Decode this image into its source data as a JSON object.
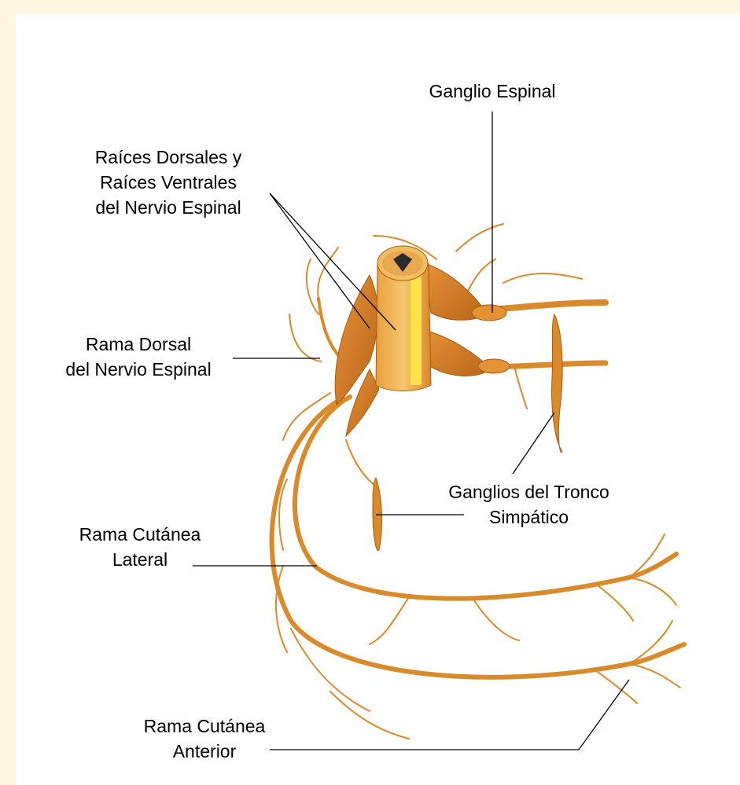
{
  "colors": {
    "frame": "#FFF8DE",
    "background": "#FFFFFF",
    "nerve": "#D98A2B",
    "nerve_dark": "#A85A12",
    "cord": "#F0C060",
    "cord_light": "#FFE14A",
    "leader": "#000000"
  },
  "labels": {
    "ganglio_espinal": [
      "Ganglio Espinal"
    ],
    "raices": [
      "Raíces Dorsales y",
      "Raíces Ventrales",
      "del Nervio Espinal"
    ],
    "rama_dorsal": [
      "Rama Dorsal",
      "del Nervio Espinal"
    ],
    "ganglios_tronco": [
      "Ganglios del Tronco",
      "Simpático"
    ],
    "rama_lateral": [
      "Rama Cutánea",
      "Lateral"
    ],
    "rama_anterior": [
      "Rama Cutánea",
      "Anterior"
    ]
  },
  "illustration": {
    "name": "spinal-nerve-illustration"
  }
}
